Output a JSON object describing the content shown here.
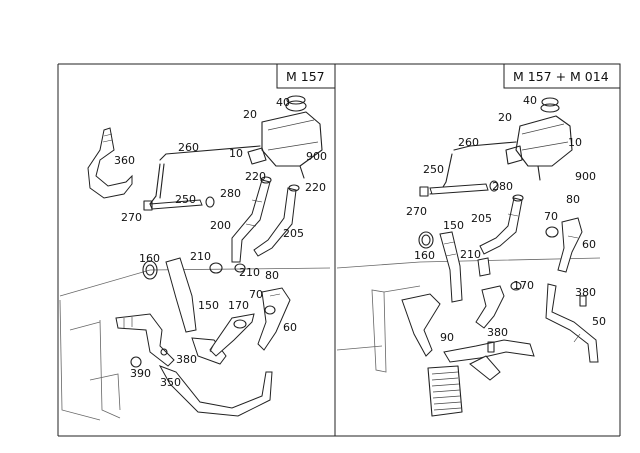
{
  "left_panel": {
    "title": "M 157",
    "callouts": [
      "40",
      "20",
      "260",
      "10",
      "900",
      "360",
      "220",
      "220",
      "280",
      "250",
      "270",
      "200",
      "205",
      "160",
      "210",
      "210",
      "80",
      "150",
      "170",
      "70",
      "60",
      "380",
      "390",
      "350"
    ]
  },
  "right_panel": {
    "title": "M 157 + M 014",
    "callouts": [
      "40",
      "20",
      "260",
      "10",
      "250",
      "900",
      "280",
      "80",
      "270",
      "150",
      "205",
      "70",
      "60",
      "160",
      "210",
      "170",
      "380",
      "50",
      "90",
      "380"
    ]
  }
}
